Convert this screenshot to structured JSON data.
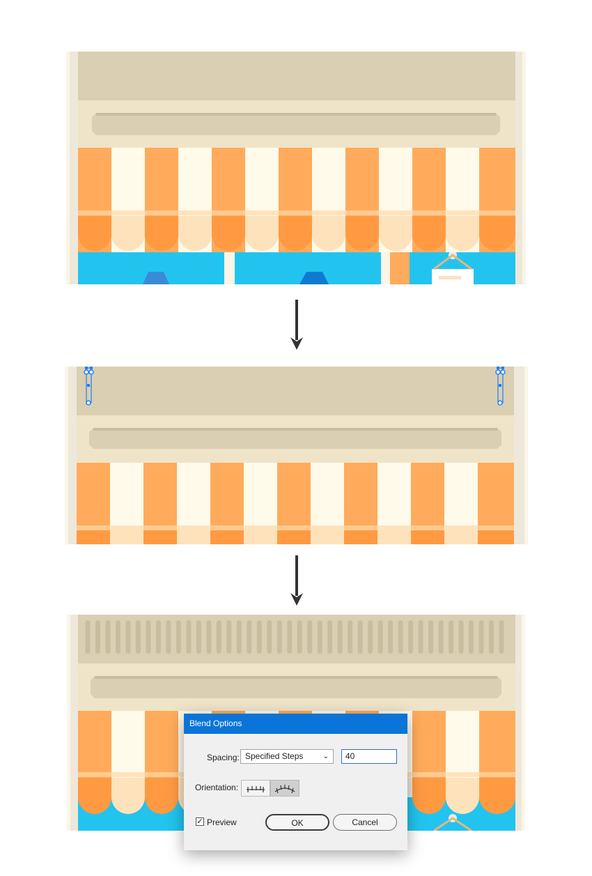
{
  "dialog": {
    "title": "Blend Options",
    "spacing_label": "Spacing:",
    "spacing_value": "Specified Steps",
    "steps_value": "40",
    "orientation_label": "Orientation:",
    "preview_label": "Preview",
    "preview_checked": true,
    "ok_label": "OK",
    "cancel_label": "Cancel"
  },
  "icons": {
    "down_arrow": "arrow-down-icon",
    "dropdown": "chevron-down-icon",
    "align_page": "align-to-page-icon",
    "align_path": "align-to-path-icon",
    "check": "checkmark-icon"
  },
  "colors": {
    "awning_orange": "#ffab5b",
    "awning_orange_dark": "#ff9a43",
    "awning_cream": "#fffaea",
    "awning_cream_dark": "#fee2bb",
    "header_beige": "#dacfb3",
    "frame_light": "#efe4c8",
    "window_blue": "#22c4ef",
    "selection_blue": "#1f7ff0",
    "dialog_title": "#0a74d8"
  }
}
